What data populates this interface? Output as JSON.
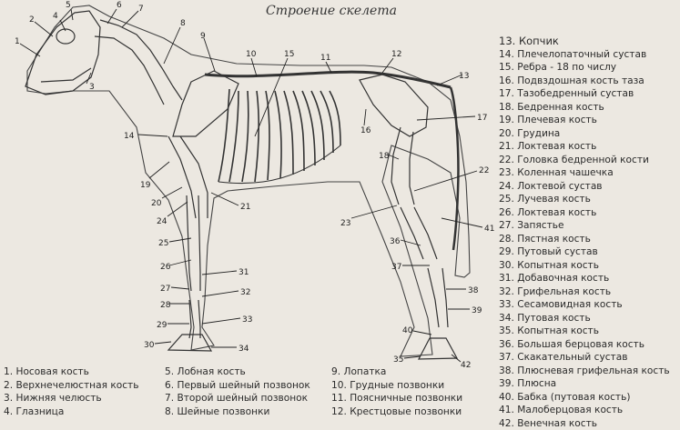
{
  "title": "Строение скелета",
  "legend_right": [
    "13. Копчик",
    "14. Плечелопаточный сустав",
    "15. Ребра - 18 по числу",
    "16. Подвздошная кость таза",
    "17. Тазобедренный сустав",
    "18. Бедренная кость",
    "19. Плечевая кость",
    "20. Грудина",
    "21. Локтевая кость",
    "22. Головка бедренной кости",
    "23. Коленная чашечка",
    "24. Локтевой сустав",
    "25. Лучевая кость",
    "26. Локтевая кость",
    "27. Запястье",
    "28. Пястная кость",
    "29. Путовый сустав",
    "30. Копытная кость",
    "31. Добавочная кость",
    "32. Грифельная кость",
    "33. Сесамовидная кость",
    "34. Путовая кость",
    "35. Копытная кость",
    "36. Большая берцовая кость",
    "37. Скакательный сустав",
    "38. Плюсневая грифельная кость",
    "39. Плюсна",
    "40. Бабка (путовая кость)",
    "41. Малоберцовая кость",
    "42. Венечная кость"
  ],
  "legend_bottom_col1": [
    "1. Носовая кость",
    "2. Верхнечелюстная кость",
    "3. Нижняя челюсть",
    "4. Глазница"
  ],
  "legend_bottom_col2": [
    "5. Лобная кость",
    "6. Первый шейный позвонок",
    "7. Второй шейный позвонок",
    "8. Шейные позвонки"
  ],
  "legend_bottom_col3": [
    "9. Лопатка",
    "10. Грудные позвонки",
    "11. Поясничные позвонки",
    "12. Крестцовые позвонки"
  ],
  "callouts": [
    "1",
    "2",
    "3",
    "4",
    "5",
    "6",
    "7",
    "8",
    "9",
    "10",
    "11",
    "12",
    "13",
    "14",
    "15",
    "16",
    "17",
    "18",
    "19",
    "20",
    "21",
    "22",
    "23",
    "24",
    "25",
    "26",
    "27",
    "28",
    "29",
    "30",
    "31",
    "32",
    "33",
    "34",
    "35",
    "36",
    "37",
    "38",
    "39",
    "40",
    "41",
    "42"
  ],
  "colors": {
    "background": "#ece8e1",
    "ink": "#2a2a2a"
  }
}
